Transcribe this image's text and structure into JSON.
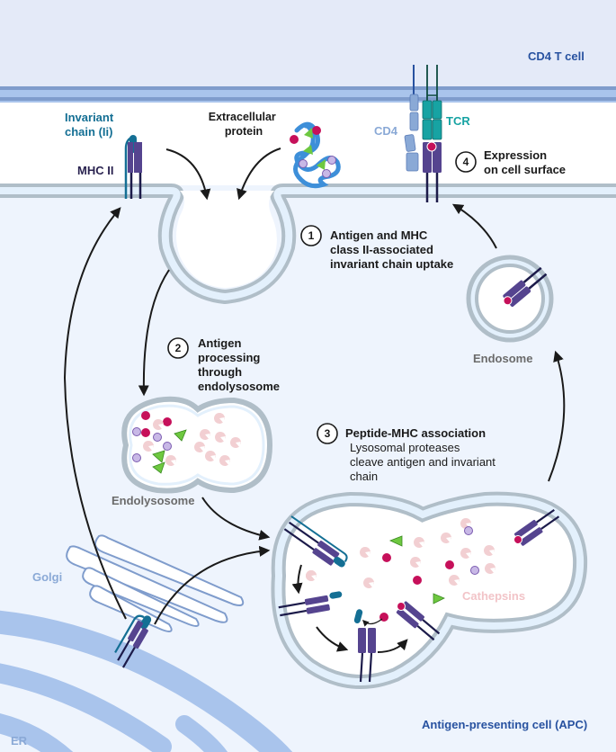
{
  "colors": {
    "tcell_bg": "#e4eaf8",
    "tcell_membrane": "#7f9ccc",
    "tcell_membrane_inner": "#a9c4ec",
    "extracellular_bg": "#ffffff",
    "apc_bg": "#eef4fd",
    "apc_membrane": "#b0bec8",
    "apc_membrane_inner": "#e3f0fc",
    "mhc_purple": "#55448f",
    "invariant_chain": "#146f94",
    "tcr_teal": "#17a3a3",
    "cd4_blue": "#8aa9d6",
    "antigen_magenta": "#c6105a",
    "antigen_lavender": "#c8b8e6",
    "antigen_green": "#6ec840",
    "cathepsin_pink": "#f2cfd2",
    "er_golgi_blue": "#a9c4ec",
    "label_navy": "#2852a0",
    "label_gray": "#6b6b6b",
    "arrow": "#1a1a1a"
  },
  "labels": {
    "cd4_t_cell": "CD4 T cell",
    "invariant_chain_line1": "Invariant",
    "invariant_chain_line2": "chain (Ii)",
    "mhc_ii": "MHC II",
    "extracellular_line1": "Extracellular",
    "extracellular_line2": "protein",
    "cd4": "CD4",
    "tcr": "TCR",
    "endosome": "Endosome",
    "endolysosome": "Endolysosome",
    "golgi": "Golgi",
    "er": "ER",
    "cathepsins": "Cathepsins",
    "apc": "Antigen-presenting cell (APC)"
  },
  "steps": [
    {
      "number": "1",
      "title_lines": [
        "Antigen and MHC",
        "class II-associated",
        "invariant chain uptake"
      ],
      "desc_lines": []
    },
    {
      "number": "2",
      "title_lines": [
        "Antigen",
        "processing",
        "through",
        "endolysosome"
      ],
      "desc_lines": []
    },
    {
      "number": "3",
      "title_lines": [
        "Peptide-MHC association"
      ],
      "desc_lines": [
        "Lysosomal proteases",
        "cleave antigen and invariant",
        "chain"
      ]
    },
    {
      "number": "4",
      "title_lines": [
        "Expression",
        "on cell surface"
      ],
      "desc_lines": []
    }
  ]
}
